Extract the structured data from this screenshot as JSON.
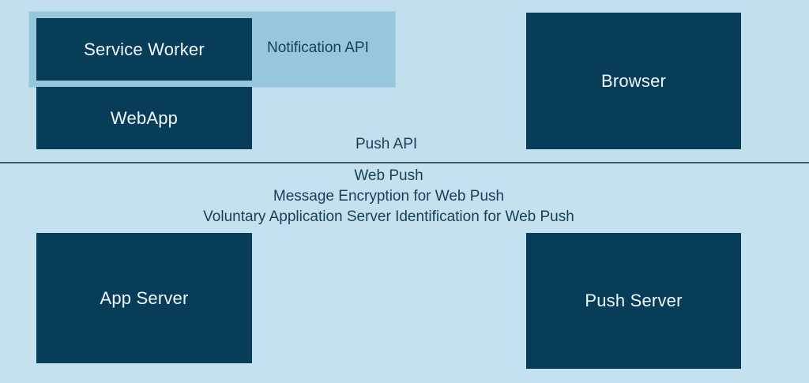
{
  "diagram": {
    "boxes": {
      "service_worker": "Service Worker",
      "webapp": "WebApp",
      "browser": "Browser",
      "app_server": "App Server",
      "push_server": "Push Server"
    },
    "labels": {
      "notification_api": "Notification API",
      "push_api": "Push API"
    },
    "protocols": [
      "Web Push",
      "Message Encryption for Web Push",
      "Voluntary Application Server Identification for Web Push"
    ],
    "colors": {
      "background": "#c3e1ef",
      "highlight": "#97c7dc",
      "box": "#083d5a",
      "box_text": "#f1f7fb",
      "label_text": "#17405a",
      "divider": "#3d5d70"
    }
  }
}
